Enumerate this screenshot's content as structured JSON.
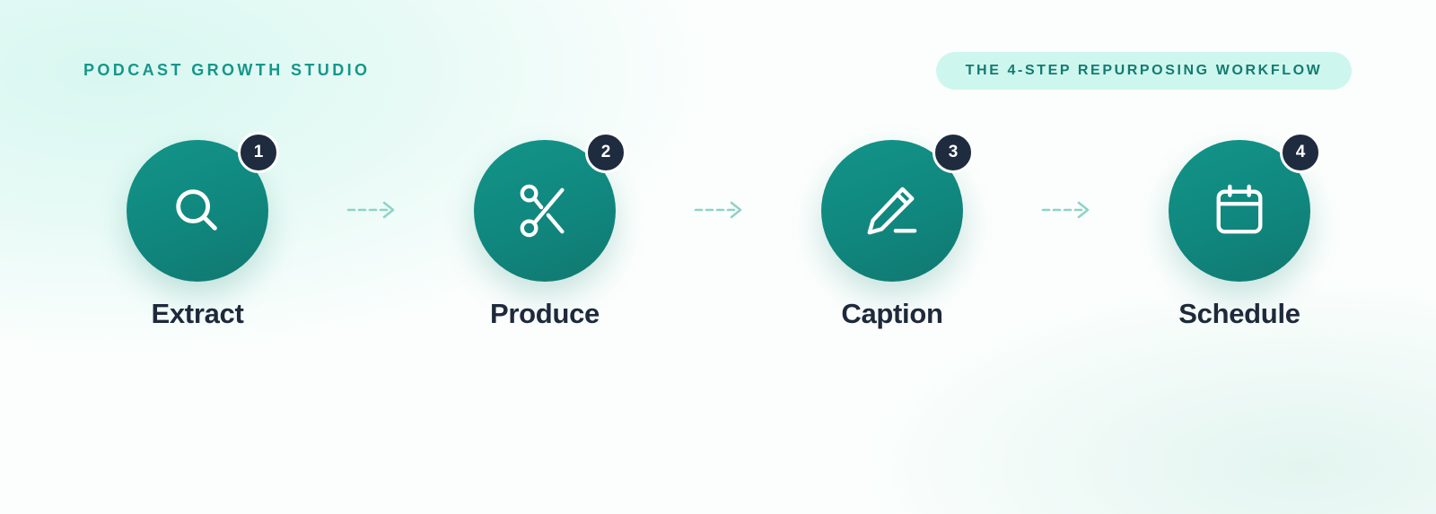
{
  "brand": "PODCAST GROWTH STUDIO",
  "headline_pill": "THE 4-STEP REPURPOSING WORKFLOW",
  "colors": {
    "accent": "#17968a",
    "circle": "#10877e",
    "badge": "#1f2b3e",
    "pill_bg": "#cdf7ee",
    "label": "#1e2a3b",
    "arrow": "#8fd3c6"
  },
  "steps": [
    {
      "number": "1",
      "label": "Extract",
      "icon": "search-icon"
    },
    {
      "number": "2",
      "label": "Produce",
      "icon": "scissors-icon"
    },
    {
      "number": "3",
      "label": "Caption",
      "icon": "pencil-icon"
    },
    {
      "number": "4",
      "label": "Schedule",
      "icon": "calendar-icon"
    }
  ]
}
